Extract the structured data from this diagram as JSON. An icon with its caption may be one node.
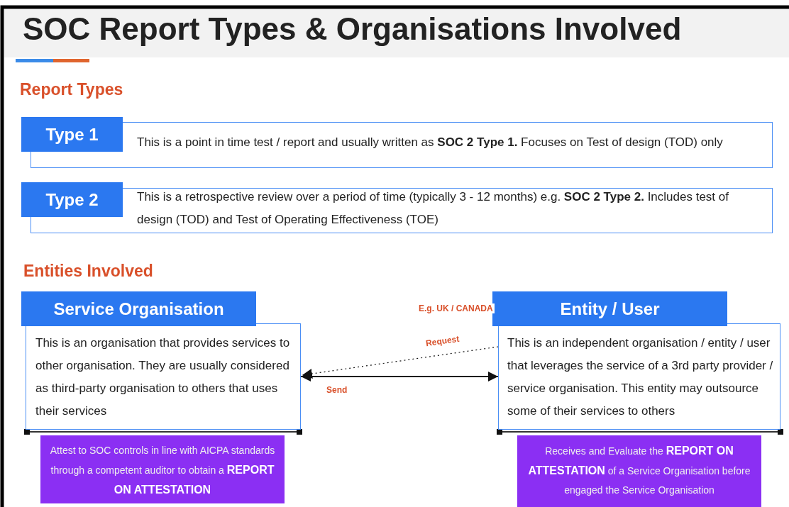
{
  "diagram": {
    "title": "SOC Report Types & Organisations Involved",
    "nodes": [
      {
        "text": [
          "Type 1",
          "This is a point in time test / report and usually written as **SOC 2 Type 1.** Focuses on Test of design (TOD) only"
        ]
      },
      {
        "text": [
          "Type 2",
          "This is a retrospective review over a period of time (typically 3 - 12 months) e.g. **SOC 2 Type 2.** Includes test of design (TOD) and Test of Operating Effectiveness (TOE)"
        ]
      },
      {
        "text": [
          "Service Organisation",
          "This is an organisation that provides services to other organisation. They are usually considered as third-party organisation to others that uses their services"
        ]
      },
      {
        "text": [
          "Entity / User",
          "This is an independent organisation / entity / user that leverages the service of a 3rd party provider / service organisation. This entity may outsource some of their services to others"
        ],
        "beside": [
          "E.g. UK / CANADA"
        ]
      },
      {
        "text": [
          "Attest to SOC controls in line with AICPA standards through a competent auditor to obtain a **REPORT ON ATTESTATION**"
        ]
      },
      {
        "text": [
          "Receives and Evaluate the **REPORT ON ATTESTATION** of a Service Organisation before engaged the Service Organisation"
        ]
      }
    ],
    "edges": [
      {
        "from": 3,
        "to": 2,
        "arrow": "to",
        "label": "Request",
        "style": "dashed"
      },
      {
        "from": 2,
        "to": 3,
        "arrow": "both",
        "label": "Send"
      }
    ],
    "labels": [
      "Report Types",
      "Entities Involved"
    ]
  }
}
